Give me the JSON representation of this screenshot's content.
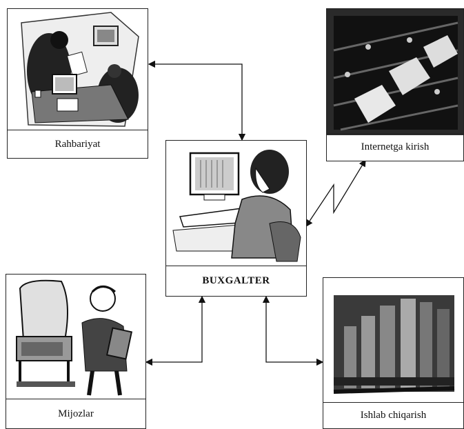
{
  "nodes": {
    "management": {
      "label": "Rahbariyat",
      "icon": "office-meeting-icon"
    },
    "internet": {
      "label": "Internetga kirish",
      "icon": "network-switch-icon"
    },
    "accountant": {
      "label": "BUXGALTER",
      "icon": "woman-at-computer-icon"
    },
    "clients": {
      "label": "Mijozlar",
      "icon": "man-with-copier-icon"
    },
    "production": {
      "label": "Ishlab chiqarish",
      "icon": "factory-icon"
    }
  }
}
